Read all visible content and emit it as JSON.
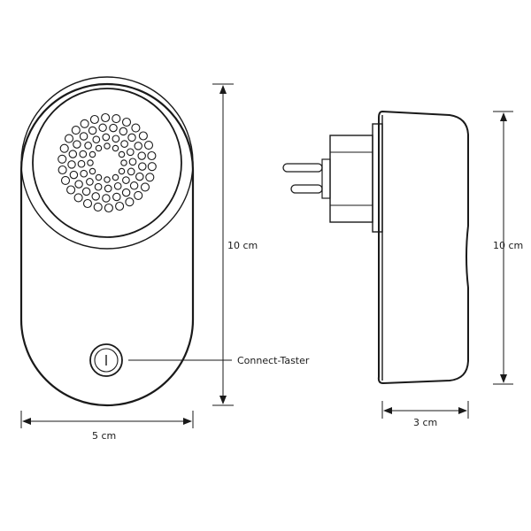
{
  "front_view": {
    "height_label": "10 cm",
    "width_label": "5 cm",
    "callout_label": "Connect-Taster"
  },
  "side_view": {
    "height_label": "10 cm",
    "depth_label": "3 cm"
  },
  "colors": {
    "line": "#1a1a1a",
    "background": "#ffffff"
  }
}
